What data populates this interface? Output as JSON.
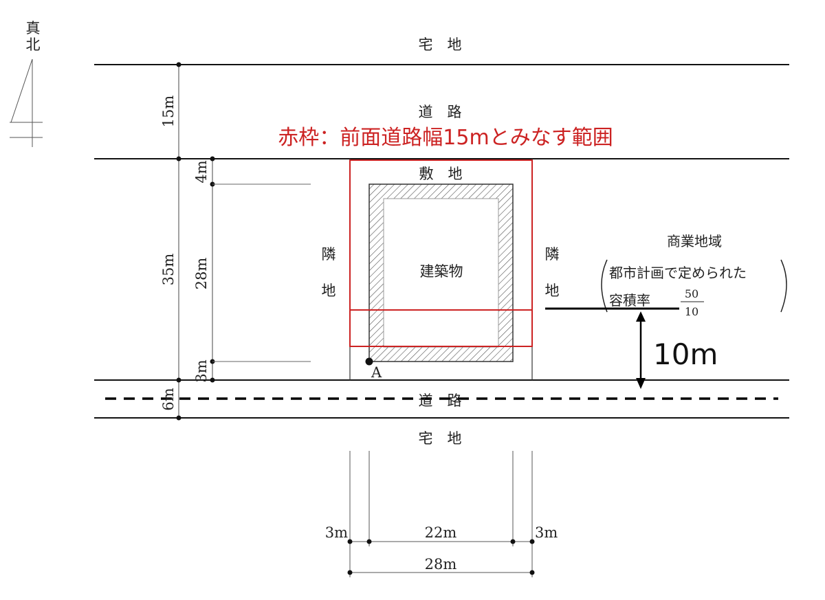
{
  "compass": {
    "label_1": "真",
    "label_2": "北"
  },
  "labels": {
    "top_lot": "宅　地",
    "top_road": "道　路",
    "site": "敷　地",
    "left_neighbor_1": "隣",
    "left_neighbor_2": "地",
    "right_neighbor_1": "隣",
    "right_neighbor_2": "地",
    "building": "建築物",
    "bottom_road": "道　路",
    "bottom_lot": "宅　地",
    "point_a": "A"
  },
  "annotation": {
    "red_caption": "赤枠：前面道路幅15mとみなす範囲",
    "distance": "10m",
    "red_color": "#cc2222"
  },
  "zone_note": {
    "title": "商業地域",
    "line1": "都市計画で定められた",
    "line2": "容積率",
    "ratio_numerator": "50",
    "ratio_denominator": "10"
  },
  "dimensions": {
    "top_road_width": "15m",
    "site_depth": "35m",
    "building_depth": "28m",
    "setback_top": "4m",
    "setback_bottom": "3m",
    "bottom_road_width": "6m",
    "left_setback": "3m",
    "building_width": "22m",
    "right_setback": "3m",
    "site_width": "28m"
  }
}
